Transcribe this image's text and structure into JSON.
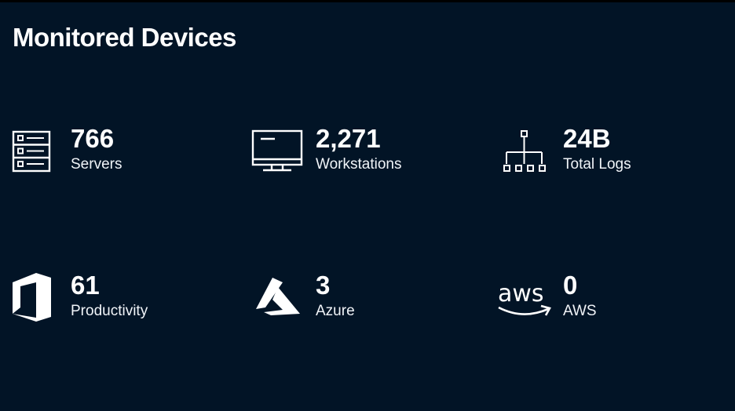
{
  "page": {
    "title": "Monitored Devices",
    "background_color": "#021426",
    "text_color": "#ffffff"
  },
  "stats": [
    {
      "value": "766",
      "label": "Servers",
      "icon": "server-icon"
    },
    {
      "value": "2,271",
      "label": "Workstations",
      "icon": "monitor-icon"
    },
    {
      "value": "24B",
      "label": "Total Logs",
      "icon": "hierarchy-icon"
    },
    {
      "value": "61",
      "label": "Productivity",
      "icon": "office-icon"
    },
    {
      "value": "3",
      "label": "Azure",
      "icon": "azure-icon"
    },
    {
      "value": "0",
      "label": "AWS",
      "icon": "aws-icon"
    }
  ]
}
